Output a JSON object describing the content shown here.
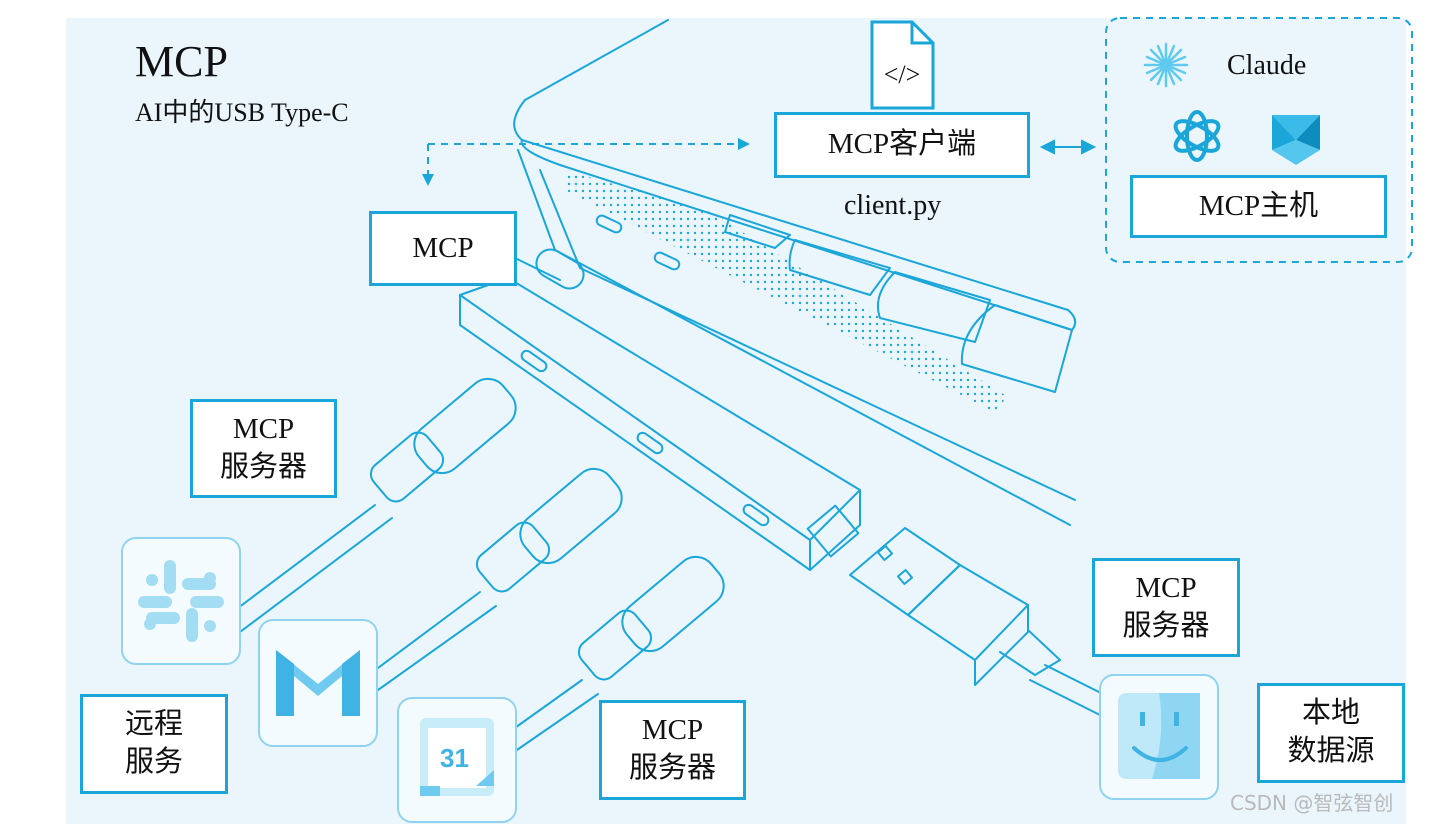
{
  "title": "MCP",
  "subtitle": "AI中的USB Type-C",
  "client": {
    "label": "MCP客户端",
    "file_caption": "client.py",
    "file_icon_text": "</>"
  },
  "host": {
    "claude_label": "Claude",
    "label": "MCP主机"
  },
  "hub": {
    "label": "MCP"
  },
  "servers": {
    "top_left": "MCP\n服务器",
    "bottom": "MCP\n服务器",
    "right": "MCP\n服务器"
  },
  "remote": {
    "label": "远程\n服务"
  },
  "local": {
    "label": "本地\n数据源"
  },
  "apps": {
    "calendar_day": "31"
  },
  "watermark": "CSDN @智弦智创",
  "icons": [
    "file-code-icon",
    "claude-icon",
    "openai-icon",
    "gemini-like-icon",
    "slack-icon",
    "gmail-icon",
    "calendar-icon",
    "finder-icon"
  ],
  "colors": {
    "line": "#1aa6d9",
    "background": "#eaf6fc",
    "label_bg": "#ffffff"
  }
}
